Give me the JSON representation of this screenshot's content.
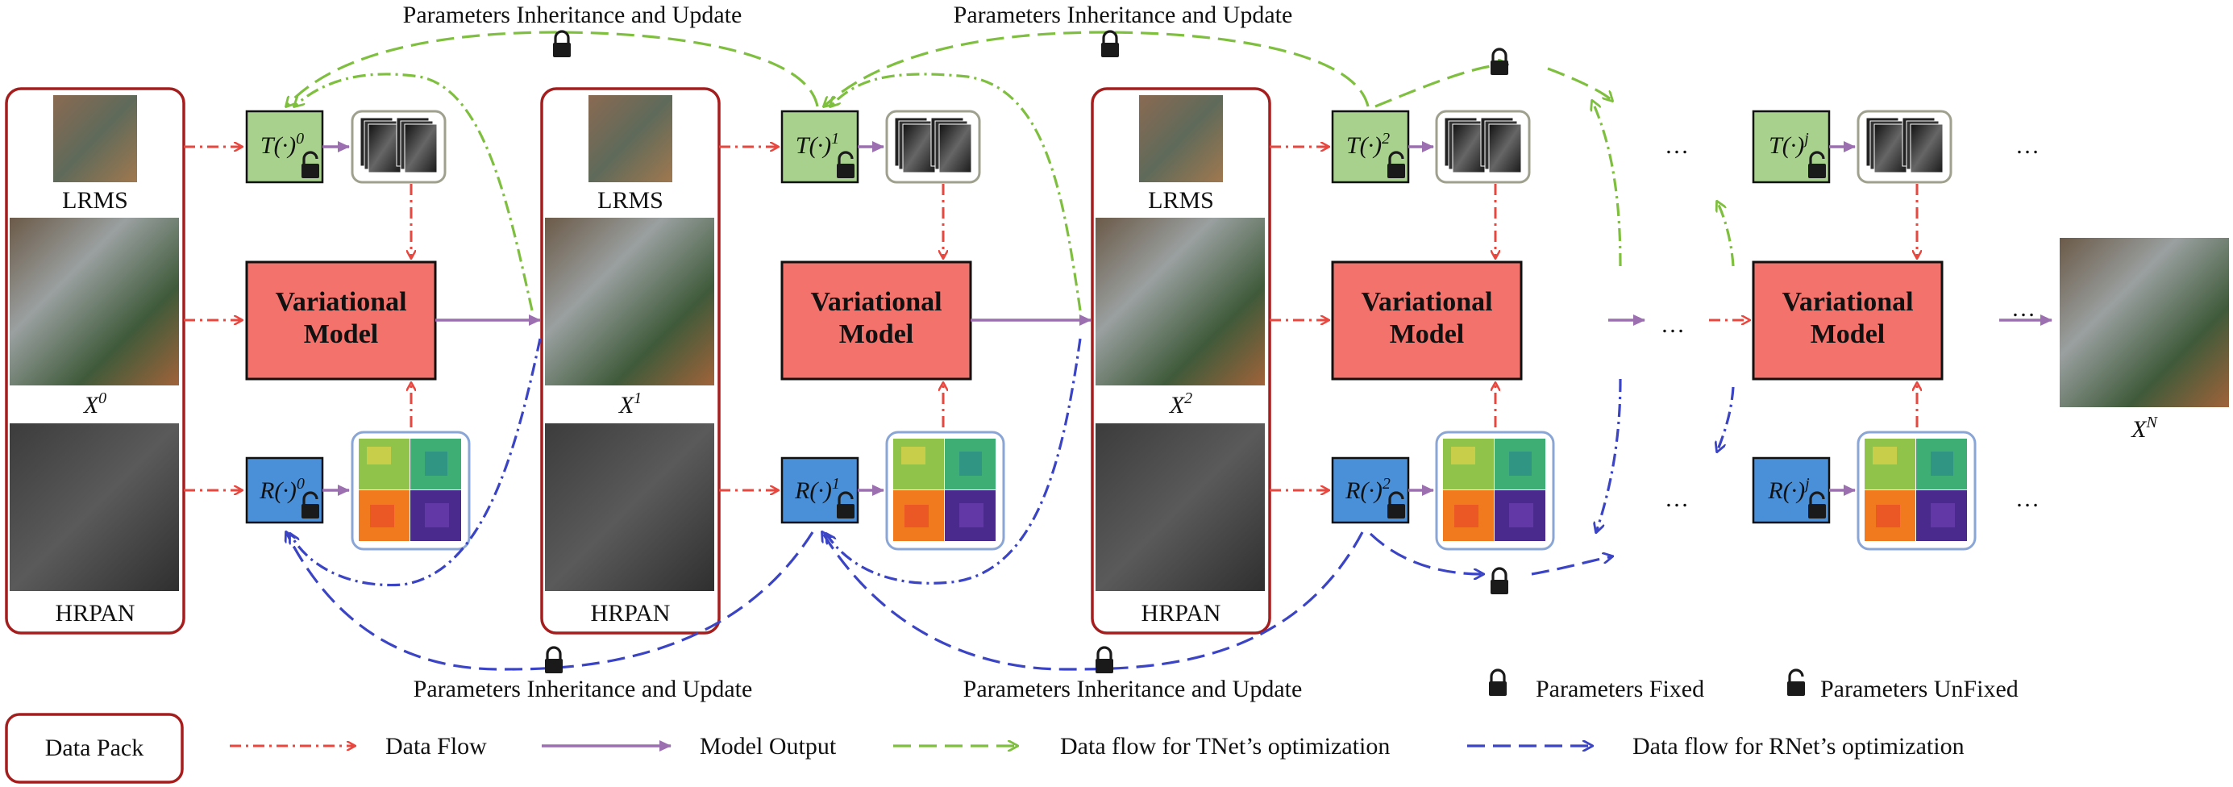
{
  "top_labels": [
    "Parameters Inheritance and Update",
    "Parameters Inheritance and Update"
  ],
  "bottom_labels": [
    "Parameters Inheritance and Update",
    "Parameters Inheritance and Update"
  ],
  "packs": [
    {
      "lrms": "LRMS",
      "x_base": "X",
      "x_sup": "0",
      "hrpan": "HRPAN"
    },
    {
      "lrms": "LRMS",
      "x_base": "X",
      "x_sup": "1",
      "hrpan": "HRPAN"
    },
    {
      "lrms": "LRMS",
      "x_base": "X",
      "x_sup": "2",
      "hrpan": "HRPAN"
    }
  ],
  "output": {
    "x_base": "X",
    "x_sup": "N"
  },
  "stages": [
    {
      "t_base": "T(·)",
      "t_sup": "0",
      "r_base": "R(·)",
      "r_sup": "0",
      "model_line1": "Variational",
      "model_line2": "Model"
    },
    {
      "t_base": "T(·)",
      "t_sup": "1",
      "r_base": "R(·)",
      "r_sup": "1",
      "model_line1": "Variational",
      "model_line2": "Model"
    },
    {
      "t_base": "T(·)",
      "t_sup": "2",
      "r_base": "R(·)",
      "r_sup": "2",
      "model_line1": "Variational",
      "model_line2": "Model"
    },
    {
      "t_base": "T(·)",
      "t_sup": "j",
      "r_base": "R(·)",
      "r_sup": "j",
      "model_line1": "Variational",
      "model_line2": "Model"
    }
  ],
  "ellipsis": "…",
  "legend": {
    "data_pack": "Data Pack",
    "data_flow": "Data Flow",
    "model_output": "Model Output",
    "tnet_flow": "Data flow for TNet’s optimization",
    "rnet_flow": "Data flow for RNet’s optimization",
    "params_fixed": "Parameters Fixed",
    "params_unfixed": "Parameters UnFixed"
  },
  "colors": {
    "data_flow": "#e8473f",
    "model_output": "#9b6fb0",
    "tnet": "#7fbf3f",
    "rnet": "#3a44c4",
    "pack_border": "#a51d1d",
    "t_box": "#a9d18e",
    "r_box": "#4a90d9",
    "model_box": "#f4726c"
  }
}
